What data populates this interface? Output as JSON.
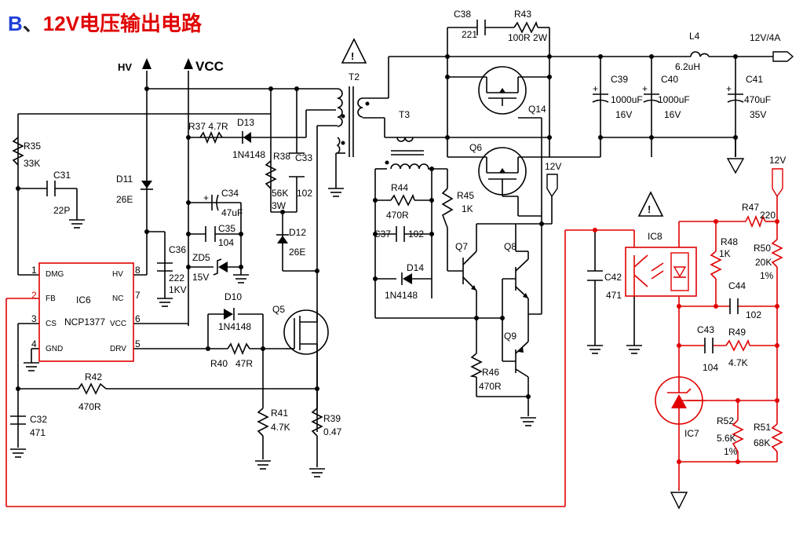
{
  "title": {
    "letter": "B",
    "sep": "、",
    "text": "12V电压输出电路"
  },
  "labels": {
    "hv": "HV",
    "vcc": "VCC",
    "r35": "R35",
    "r35v": "33K",
    "c31": "C31",
    "c31v": "22P",
    "d11": "D11",
    "d11v": "26E",
    "r37": "R37 4.7R",
    "d13": "D13",
    "d13v": "1N4148",
    "r38": "R38",
    "r38v1": "56K",
    "r38v2": "3W",
    "c33": "C33",
    "c33v": "102",
    "c34": "C34",
    "c34v": "47uF",
    "c35": "C35",
    "c35v": "104",
    "c36": "C36",
    "c36v1": "222",
    "c36v2": "1KV",
    "zd5": "ZD5",
    "zd5v": "15V",
    "d12": "D12",
    "d12v": "26E",
    "d10": "D10",
    "d10v": "1N4148",
    "r40": "R40",
    "r40v": "47R",
    "q5": "Q5",
    "r42": "R42",
    "r42v": "470R",
    "c32": "C32",
    "c32v": "471",
    "r41": "R41",
    "r41v": "4.7K",
    "r39": "R39",
    "r39v": "0.47",
    "t2": "T2",
    "t3": "T3",
    "r44": "R44",
    "r44v": "470R",
    "c37": "C37",
    "c37v": "102",
    "d14": "D14",
    "d14v": "1N4148",
    "r45": "R45",
    "r45v": "1K",
    "q7": "Q7",
    "q8": "Q8",
    "q9": "Q9",
    "r46": "R46",
    "r46v": "470R",
    "c38": "C38",
    "c38v": "221",
    "r43": "R43",
    "r43v": "100R 2W",
    "q14": "Q14",
    "q6": "Q6",
    "l4": "L4",
    "l4v": "6.2uH",
    "out": "12V/4A",
    "c39": "C39",
    "c39v1": "1000uF",
    "c39v2": "16V",
    "c40": "C40",
    "c40v1": "1000uF",
    "c40v2": "16V",
    "c41": "C41",
    "c41v1": "470uF",
    "c41v2": "35V",
    "v12a": "12V",
    "v12b": "12V",
    "c42": "C42",
    "c42v": "471",
    "ic8": "IC8",
    "r47": "R47",
    "r47v": "220",
    "r48": "R48",
    "r48v": "1K",
    "r50": "R50",
    "r50v1": "20K",
    "r50v2": "1%",
    "c44": "C44",
    "c44v": "102",
    "c43": "C43",
    "c43v": "104",
    "r49": "R49",
    "r49v": "4.7K",
    "r52": "R52",
    "r52v1": "5.6K",
    "r52v2": "1%",
    "r51": "R51",
    "r51v": "68K",
    "ic7": "IC7"
  },
  "ic6": {
    "name": "IC6",
    "part": "NCP1377",
    "pins_left": [
      "DMG",
      "FB",
      "CS",
      "GND"
    ],
    "pins_left_num": [
      "1",
      "2",
      "3",
      "4"
    ],
    "pins_right": [
      "HV",
      "NC",
      "VCC",
      "DRV"
    ],
    "pins_right_num": [
      "8",
      "7",
      "6",
      "5"
    ]
  },
  "colors": {
    "wire": "#000000",
    "feedback": "#e00000",
    "ic_border": "#e00000",
    "title_letter": "#1f3fd6",
    "title_text": "#e00000"
  }
}
